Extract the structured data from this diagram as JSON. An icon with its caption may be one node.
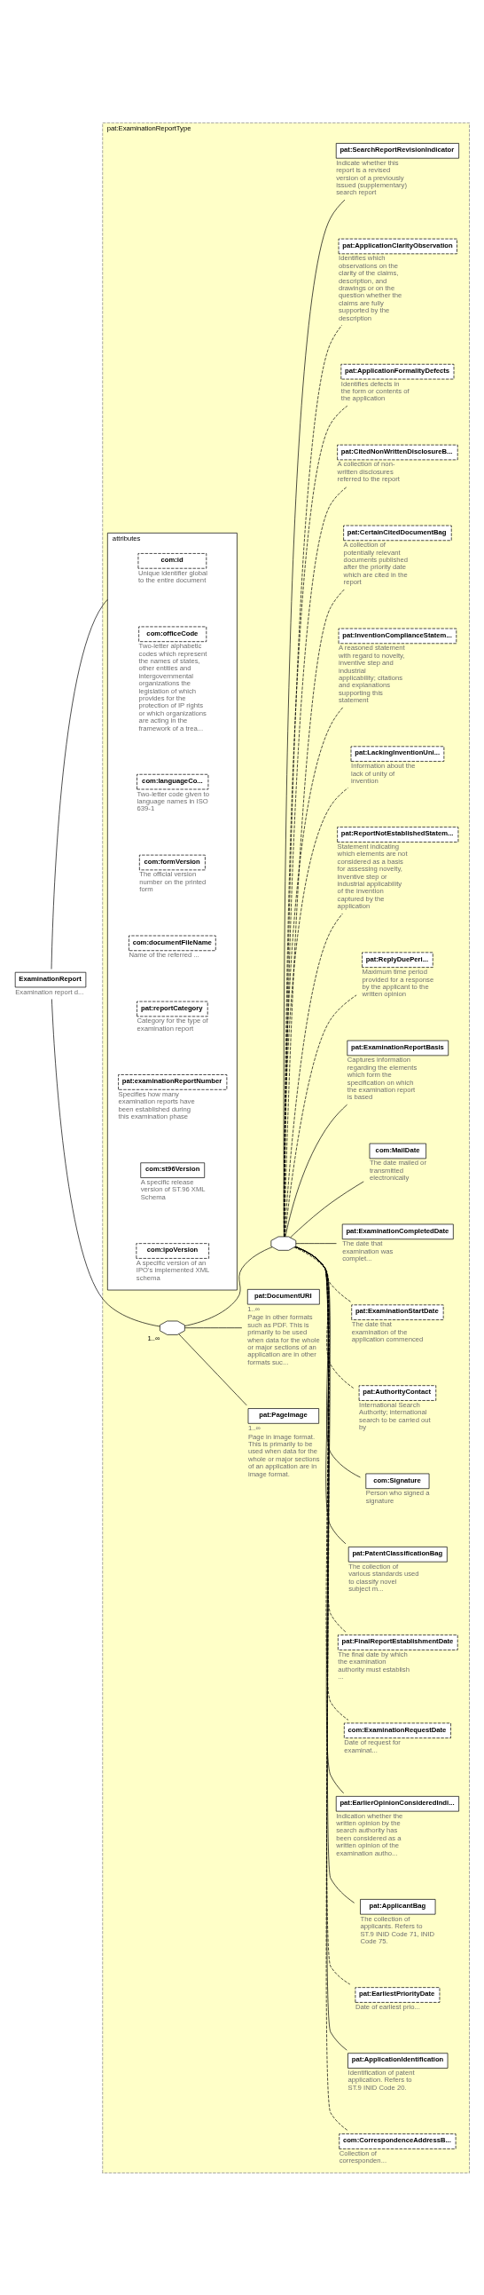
{
  "diagram": {
    "nodes": [
      {
        "text": [
          "ExaminationReport"
        ],
        "beside": [
          "Examination report d..."
        ]
      },
      {
        "text": [
          "pat:ExaminationReportType"
        ]
      },
      {
        "text": [
          "attributes"
        ],
        "in": 1
      },
      {
        "text": [
          "com:id"
        ],
        "in": 2,
        "beside": [
          "Unique identifier global to the entire document"
        ]
      },
      {
        "text": [
          "com:officeCode"
        ],
        "in": 2,
        "beside": [
          "Two-letter alphabetic codes which represent the names of states, other entities and intergovernmental organizations the legislation of which provides for the protection of IP rights or which organizations are acting in the framework of a trea..."
        ]
      },
      {
        "text": [
          "com:languageCo..."
        ],
        "in": 2,
        "beside": [
          "Two-letter code given to language names in ISO 639-1"
        ]
      },
      {
        "text": [
          "com:formVersion"
        ],
        "in": 2,
        "beside": [
          "The official version number on the printed form"
        ]
      },
      {
        "text": [
          "com:documentFileName"
        ],
        "in": 2,
        "beside": [
          "Name of the referred ..."
        ]
      },
      {
        "text": [
          "pat:reportCategory"
        ],
        "in": 2,
        "beside": [
          "Category for the type of examination report"
        ]
      },
      {
        "text": [
          "pat:examinationReportNumber"
        ],
        "in": 2,
        "beside": [
          "Specifies how many examination reports have been established during this examination phase"
        ]
      },
      {
        "text": [
          "com:st96Version"
        ],
        "in": 2,
        "beside": [
          "A specific release version of ST.96 XML Schema"
        ]
      },
      {
        "text": [
          "com:ipoVersion"
        ],
        "in": 2,
        "beside": [
          "A specific version of an IPO's implemented XML schema"
        ]
      },
      {
        "text": [],
        "shape": "octagon",
        "in": 1,
        "beside": [
          "1..∞"
        ]
      },
      {
        "text": [
          "pat:PageImage"
        ],
        "in": 1,
        "beside": [
          "1..∞",
          "Page in image format. This is primarily to be used when data for the whole or major sections of an application are in image format."
        ]
      },
      {
        "text": [
          "pat:DocumentURI"
        ],
        "in": 1,
        "beside": [
          "1..∞",
          "Page in other formats such as PDF. This is primarily to be used when data for the whole or major sections of an application are in other formats suc..."
        ]
      },
      {
        "text": [],
        "shape": "octagon",
        "in": 1
      },
      {
        "text": [
          "com:CorrespondenceAddressB..."
        ],
        "in": 1,
        "beside": [
          "Collection of corresponden..."
        ]
      },
      {
        "text": [
          "pat:ApplicationIdentification"
        ],
        "in": 1,
        "beside": [
          "Identification of patent application. Refers to ST.9 INID Code 20."
        ]
      },
      {
        "text": [
          "pat:EarliestPriorityDate"
        ],
        "in": 1,
        "beside": [
          "Date of earliest prio..."
        ]
      },
      {
        "text": [
          "pat:ApplicantBag"
        ],
        "in": 1,
        "beside": [
          "The collection of applicants. Refers to ST.9 INID Code 71, INID Code 75."
        ]
      },
      {
        "text": [
          "pat:EarlierOpinionConsideredIndi..."
        ],
        "in": 1,
        "beside": [
          "Indication whether the written opinion by the search authority has been considered as a written opinion of the examination autho..."
        ]
      },
      {
        "text": [
          "com:ExaminationRequestDate"
        ],
        "in": 1,
        "beside": [
          "Date of request for examinat..."
        ]
      },
      {
        "text": [
          "pat:FinalReportEstablishmentDate"
        ],
        "in": 1,
        "beside": [
          "The final date by which the examination authority must establish ..."
        ]
      },
      {
        "text": [
          "pat:PatentClassificationBag"
        ],
        "in": 1,
        "beside": [
          "The collection of various standards used to classify novel subject m..."
        ]
      },
      {
        "text": [
          "com:Signature"
        ],
        "in": 1,
        "beside": [
          "Person who signed a signature"
        ]
      },
      {
        "text": [
          "pat:AuthorityContact"
        ],
        "in": 1,
        "beside": [
          "International Search Authority; international search to be carried out by"
        ]
      },
      {
        "text": [
          "pat:ExaminationStartDate"
        ],
        "in": 1,
        "beside": [
          "The date that examination of the application commenced"
        ]
      },
      {
        "text": [
          "pat:ExaminationCompletedDate"
        ],
        "in": 1,
        "beside": [
          "The date that examination was complet..."
        ]
      },
      {
        "text": [
          "com:MailDate"
        ],
        "in": 1,
        "beside": [
          "The date mailed or transmitted electronically"
        ]
      },
      {
        "text": [
          "pat:ExaminationReportBasis"
        ],
        "in": 1,
        "beside": [
          "Captures information regarding the elements which form the specification on which the examination report is based"
        ]
      },
      {
        "text": [
          "pat:ReplyDuePeri..."
        ],
        "in": 1,
        "beside": [
          "Maximum time period provided for a response by the applicant to the written opinion"
        ]
      },
      {
        "text": [
          "pat:ReportNotEstablishedStatem..."
        ],
        "in": 1,
        "beside": [
          "Statement indicating which elements are not considered as a basis for assessing novelty, inventive step or industrial applicability of the invention captured by the application"
        ]
      },
      {
        "text": [
          "pat:LackingInventionUni..."
        ],
        "in": 1,
        "beside": [
          "Information about the lack of unity of invention"
        ]
      },
      {
        "text": [
          "pat:InventionComplianceStatem..."
        ],
        "in": 1,
        "beside": [
          "A reasoned statement with regard to novelty, inventive step and industrial applicability; citations and explanations supporting this statement"
        ]
      },
      {
        "text": [
          "pat:CertainCitedDocumentBag"
        ],
        "in": 1,
        "beside": [
          "A collection of potentially relevant documents published after the priority date which are cited in the report"
        ]
      },
      {
        "text": [
          "pat:CitedNonWrittenDisclosureB..."
        ],
        "in": 1,
        "beside": [
          "A collection of non-written disclosures referred to the report"
        ]
      },
      {
        "text": [
          "pat:ApplicationFormalityDefects"
        ],
        "in": 1,
        "beside": [
          "Identifies defects in the form or contents of the application"
        ]
      },
      {
        "text": [
          "pat:ApplicationClarityObservation"
        ],
        "in": 1,
        "beside": [
          "Identifies which observations on the clarity of the claims, description, and drawings or on the question whether the claims are fully supported by the description"
        ]
      },
      {
        "text": [
          "pat:SearchReportRevisionIndicator"
        ],
        "in": 1,
        "beside": [
          "Indicate whether this report is a revised version of a previously issued (supplementary) search report"
        ]
      }
    ],
    "edges": [
      {
        "from": 0,
        "to": 2,
        "arrow": "none"
      },
      {
        "from": 0,
        "to": 12,
        "arrow": "none"
      },
      {
        "from": 12,
        "to": 13,
        "arrow": "none"
      },
      {
        "from": 12,
        "to": 14,
        "arrow": "none"
      },
      {
        "from": 12,
        "to": 15,
        "arrow": "none"
      },
      {
        "from": 15,
        "to": 16,
        "arrow": "none",
        "style": "dashed"
      },
      {
        "from": 15,
        "to": 17,
        "arrow": "none"
      },
      {
        "from": 15,
        "to": 18,
        "arrow": "none",
        "style": "dashed"
      },
      {
        "from": 15,
        "to": 19,
        "arrow": "none"
      },
      {
        "from": 15,
        "to": 20,
        "arrow": "none"
      },
      {
        "from": 15,
        "to": 21,
        "arrow": "none",
        "style": "dashed"
      },
      {
        "from": 15,
        "to": 22,
        "arrow": "none",
        "style": "dashed"
      },
      {
        "from": 15,
        "to": 23,
        "arrow": "none"
      },
      {
        "from": 15,
        "to": 24,
        "arrow": "none"
      },
      {
        "from": 15,
        "to": 25,
        "arrow": "none",
        "style": "dashed"
      },
      {
        "from": 15,
        "to": 26,
        "arrow": "none",
        "style": "dashed"
      },
      {
        "from": 15,
        "to": 27,
        "arrow": "none"
      },
      {
        "from": 15,
        "to": 28,
        "arrow": "none"
      },
      {
        "from": 15,
        "to": 29,
        "arrow": "none"
      },
      {
        "from": 15,
        "to": 30,
        "arrow": "none",
        "style": "dashed"
      },
      {
        "from": 15,
        "to": 31,
        "arrow": "none",
        "style": "dashed"
      },
      {
        "from": 15,
        "to": 32,
        "arrow": "none",
        "style": "dashed"
      },
      {
        "from": 15,
        "to": 33,
        "arrow": "none",
        "style": "dashed"
      },
      {
        "from": 15,
        "to": 34,
        "arrow": "none",
        "style": "dashed"
      },
      {
        "from": 15,
        "to": 35,
        "arrow": "none",
        "style": "dashed"
      },
      {
        "from": 15,
        "to": 36,
        "arrow": "none",
        "style": "dashed"
      },
      {
        "from": 15,
        "to": 37,
        "arrow": "none",
        "style": "dashed"
      },
      {
        "from": 15,
        "to": 38,
        "arrow": "none"
      }
    ]
  }
}
